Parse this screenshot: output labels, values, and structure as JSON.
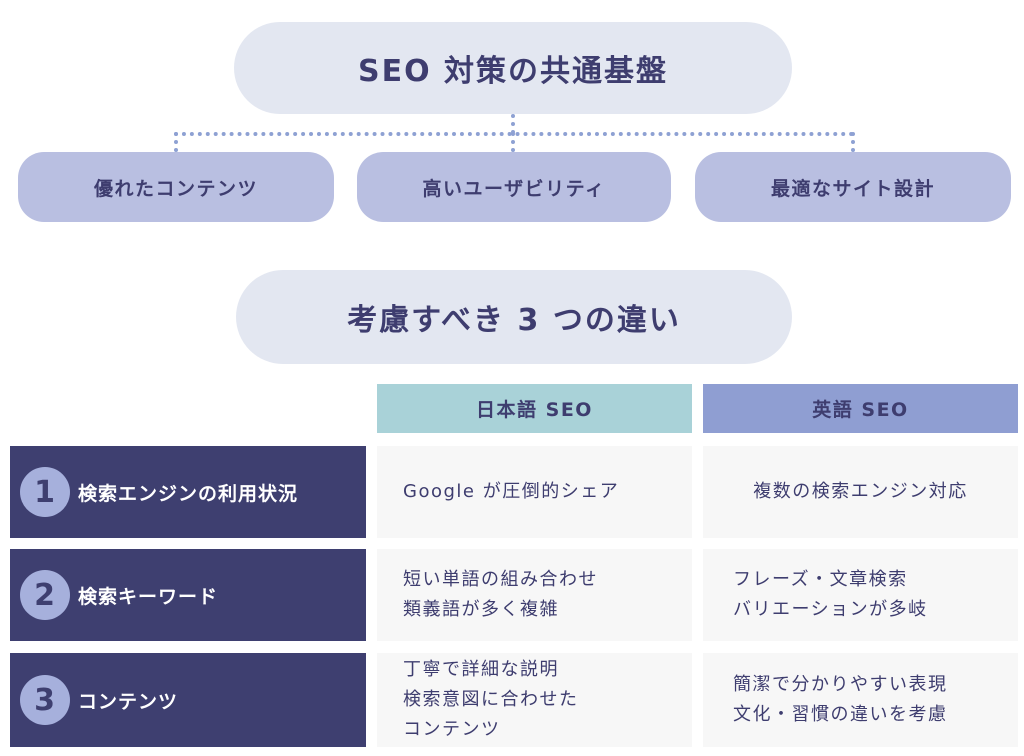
{
  "top_title": "SEO 対策の共通基盤",
  "pillars": [
    "優れたコンテンツ",
    "高いユーザビリティ",
    "最適なサイト設計"
  ],
  "diff_title": "考慮すべき 3 つの違い",
  "columns": [
    "日本語 SEO",
    "英語 SEO"
  ],
  "rows": [
    {
      "number": "1",
      "label": "検索エンジンの利用状況",
      "jp": [
        "Google が圧倒的シェア"
      ],
      "en": [
        "複数の検索エンジン対応"
      ]
    },
    {
      "number": "2",
      "label": "検索キーワード",
      "jp": [
        "短い単語の組み合わせ",
        "類義語が多く複雑"
      ],
      "en": [
        "フレーズ・文章検索",
        "バリエーションが多岐"
      ]
    },
    {
      "number": "3",
      "label": "コンテンツ",
      "jp": [
        "丁寧で詳細な説明",
        "検索意図に合わせた",
        "コンテンツ"
      ],
      "en": [
        "簡潔で分かりやすい表現",
        "文化・習慣の違いを考慮"
      ]
    }
  ],
  "colors": {
    "navy": "#3e3f70",
    "pill_light": "#e3e7f1",
    "pillar": "#b9bfe1",
    "jp_header": "#a9d2d8",
    "en_header": "#8f9ed2",
    "cell_bg": "#f7f7f7"
  }
}
